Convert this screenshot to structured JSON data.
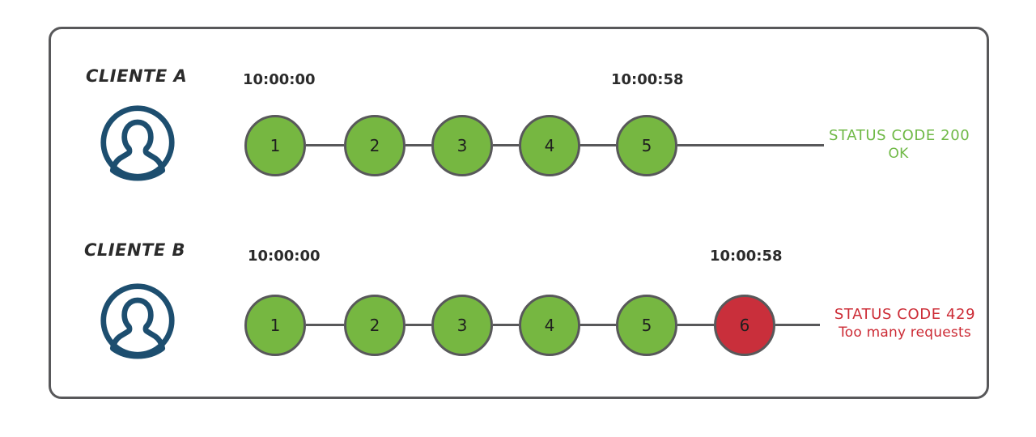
{
  "diagram": {
    "background_color": "#ffffff",
    "frame_color": "#58585a",
    "node_ok_color": "#76b741",
    "node_fail_color": "#c92f3b",
    "node_stroke_color": "#58585a",
    "avatar_color": "#1d4e6f",
    "status_ok_color": "#6fb946",
    "status_fail_color": "#cc2b35"
  },
  "rows": [
    {
      "label": "CLIENTE A",
      "avatar_icon": "user-avatar-icon",
      "start_time": "10:00:00",
      "end_time": "10:00:58",
      "nodes": [
        {
          "number": "1",
          "state": "ok"
        },
        {
          "number": "2",
          "state": "ok"
        },
        {
          "number": "3",
          "state": "ok"
        },
        {
          "number": "4",
          "state": "ok"
        },
        {
          "number": "5",
          "state": "ok"
        }
      ],
      "status": {
        "state": "ok",
        "code": "STATUS CODE 200",
        "detail": "OK"
      }
    },
    {
      "label": "CLIENTE B",
      "avatar_icon": "user-avatar-icon",
      "start_time": "10:00:00",
      "end_time": "10:00:58",
      "nodes": [
        {
          "number": "1",
          "state": "ok"
        },
        {
          "number": "2",
          "state": "ok"
        },
        {
          "number": "3",
          "state": "ok"
        },
        {
          "number": "4",
          "state": "ok"
        },
        {
          "number": "5",
          "state": "ok"
        },
        {
          "number": "6",
          "state": "fail"
        }
      ],
      "status": {
        "state": "fail",
        "code": "STATUS CODE 429",
        "detail": "Too many requests"
      }
    }
  ]
}
